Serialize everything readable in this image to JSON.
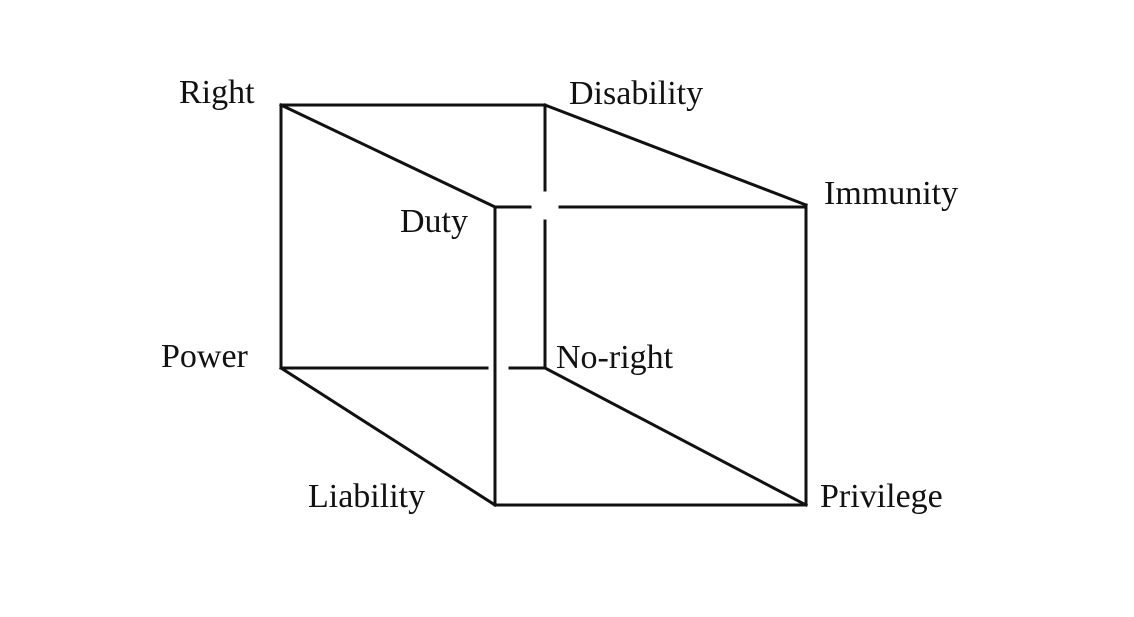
{
  "diagram": {
    "corners": {
      "right": "Right",
      "disability": "Disability",
      "immunity": "Immunity",
      "duty": "Duty",
      "power": "Power",
      "no_right": "No-right",
      "liability": "Liability",
      "privilege": "Privilege"
    }
  },
  "colors": {
    "line": "#111111",
    "background": "#ffffff"
  }
}
